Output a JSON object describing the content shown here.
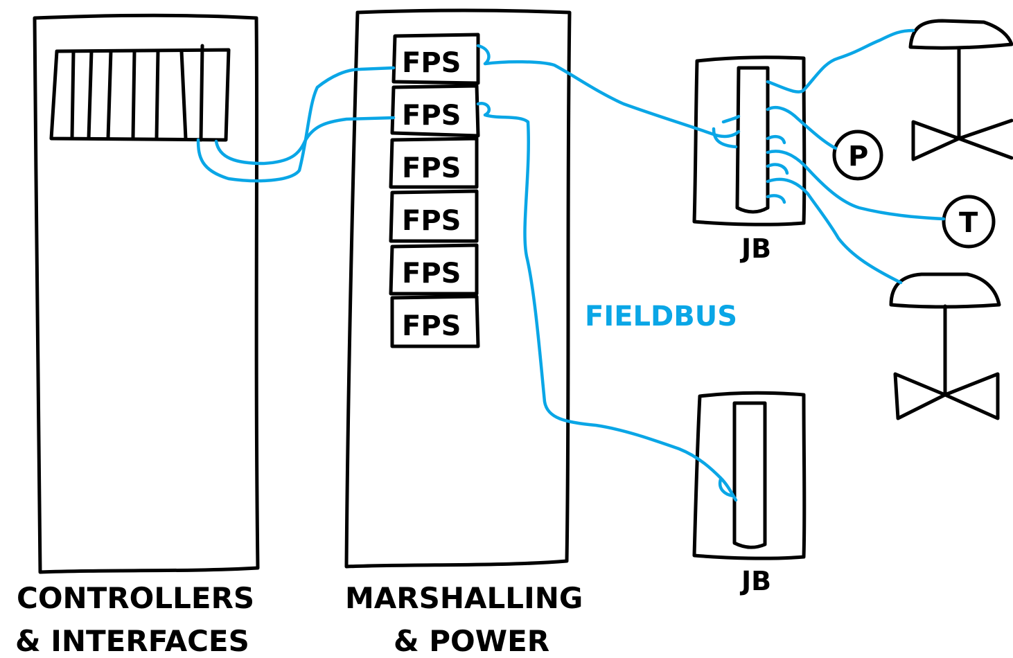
{
  "colors": {
    "ink": "#000000",
    "fieldbus_wire": "#0aa6e6",
    "background": "#ffffff"
  },
  "cabinets": {
    "controllers": {
      "label_line1": "CONTROLLERS",
      "label_line2": "& INTERFACES"
    },
    "marshalling": {
      "label_line1": "MARSHALLING",
      "label_line2": "& POWER"
    }
  },
  "fps_modules": [
    "FPS",
    "FPS",
    "FPS",
    "FPS",
    "FPS",
    "FPS"
  ],
  "junction_boxes": [
    {
      "label": "JB"
    },
    {
      "label": "JB"
    }
  ],
  "instruments": {
    "pressure": "P",
    "temperature": "T"
  },
  "network_label": "FIELDBUS",
  "icons": [
    "control-valve-icon",
    "pressure-transmitter-icon",
    "temperature-transmitter-icon"
  ]
}
